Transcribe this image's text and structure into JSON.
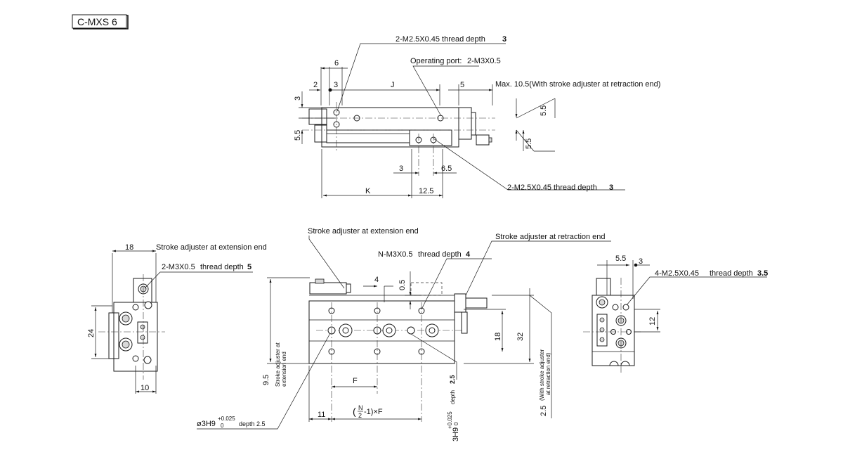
{
  "title": "C-MXS 6",
  "top_view": {
    "thread_top": "2-M2.5X0.45 thread depth",
    "thread_top_depth": "3",
    "port_label": "Operating port:",
    "port_value": "2-M3X0.5",
    "max_note": "Max. 10.5(With stroke adjuster at retraction end)",
    "thread_bottom": "2-M2.5X0.45 thread depth",
    "thread_bottom_depth": "3",
    "dims": {
      "d6": "6",
      "d2": "2",
      "d3a": "3",
      "J": "J",
      "d5": "5",
      "d3b": "3",
      "d5_5a": "5.5",
      "d5_5b": "5.5",
      "d5_5c": "5.5",
      "d3c": "3",
      "d6_5": "6.5",
      "K": "K",
      "d12_5": "12.5"
    }
  },
  "left_view": {
    "stroke_ext": "Stroke adjuster at extension end",
    "thread": "2-M3X0.5",
    "thread_suffix": "thread depth",
    "thread_depth": "5",
    "dims": {
      "d18": "18",
      "d24": "24",
      "d10": "10"
    }
  },
  "front_view": {
    "stroke_ext": "Stroke adjuster at extension end",
    "stroke_ret": "Stroke adjuster at retraction end",
    "n_thread": "N-M3X0.5",
    "n_thread_suffix": "thread depth",
    "n_thread_depth": "4",
    "side_ext_1": "Stroke adjuster at",
    "side_ext_2": "extension end",
    "side_ret_1": "(With stroke adjuster",
    "side_ret_2": "at retraction end)",
    "hole_left": "ø3H9",
    "hole_left_tol_up": "+0.025",
    "hole_left_tol_down": "0",
    "hole_left_depth": "depth 2.5",
    "hole_bottom": "3H9",
    "hole_bottom_tol_up": "+0.025",
    "hole_bottom_tol_down": "0",
    "hole_bottom_depth_label": "depth",
    "hole_bottom_depth": "2.5",
    "formula_N": "N",
    "formula_2": "2",
    "formula_tail": "-1)×F",
    "dims": {
      "d4": "4",
      "d0_5": "0.5",
      "d18": "18",
      "d32": "32",
      "d9_5": "9.5",
      "F": "F",
      "d11": "11",
      "d2_5": "2.5"
    }
  },
  "right_view": {
    "thread": "4-M2.5X0.45",
    "thread_suffix": "thread depth",
    "thread_depth": "3.5",
    "dims": {
      "d5_5": "5.5",
      "d3": "3",
      "d12": "12"
    }
  }
}
